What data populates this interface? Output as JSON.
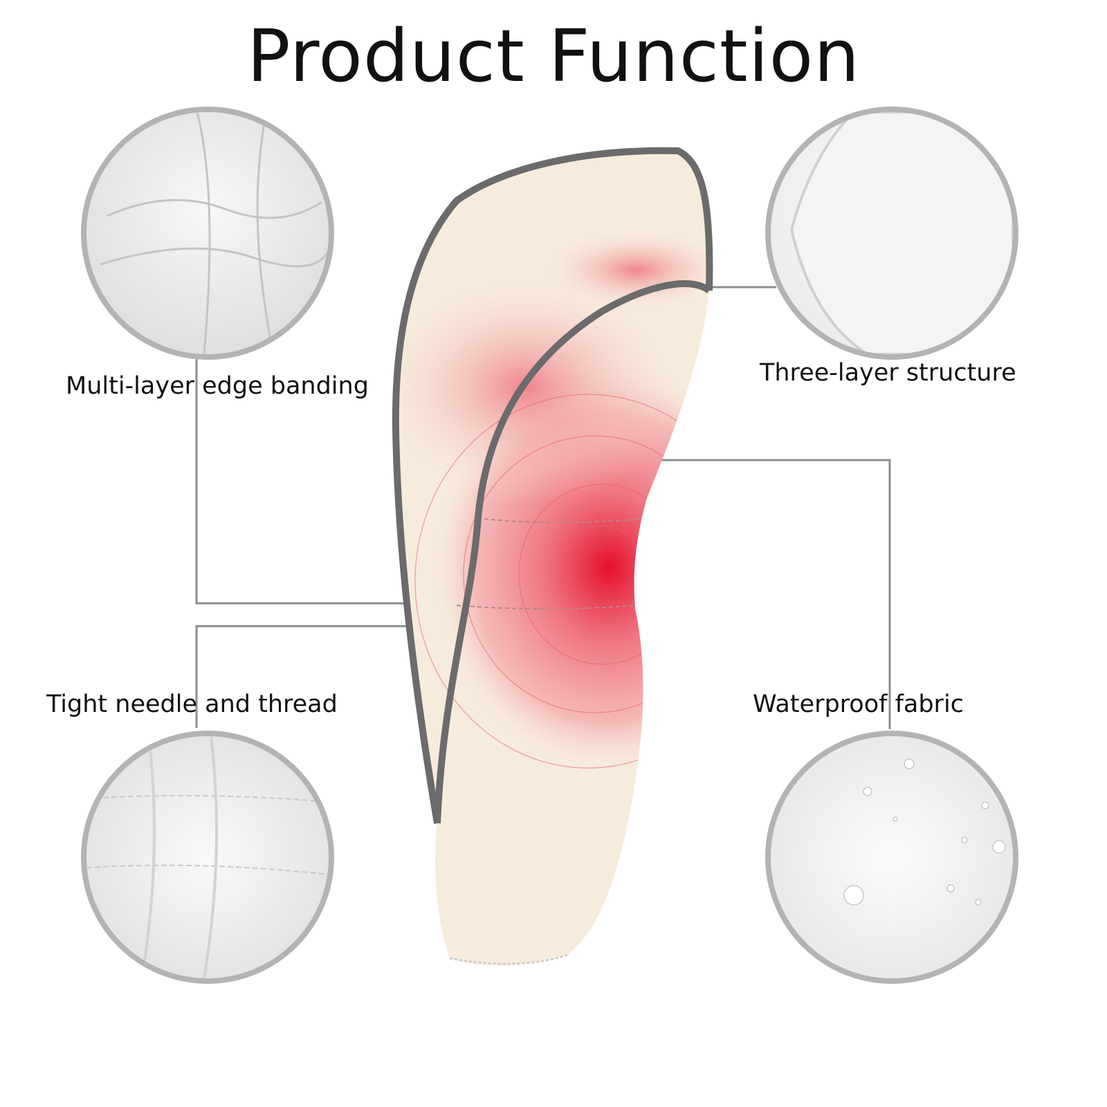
{
  "title": "Product Function",
  "features": [
    {
      "label": "Multi-layer edge banding"
    },
    {
      "label": "Three-layer structure"
    },
    {
      "label": "Tight needle and thread"
    },
    {
      "label": "Waterproof fabric"
    }
  ],
  "colors": {
    "ring": "#b3b3b3",
    "line": "#8c8c8c",
    "fabric": "#f7ecdc",
    "accent": "#e8243c",
    "piping": "#6b6b6b"
  }
}
